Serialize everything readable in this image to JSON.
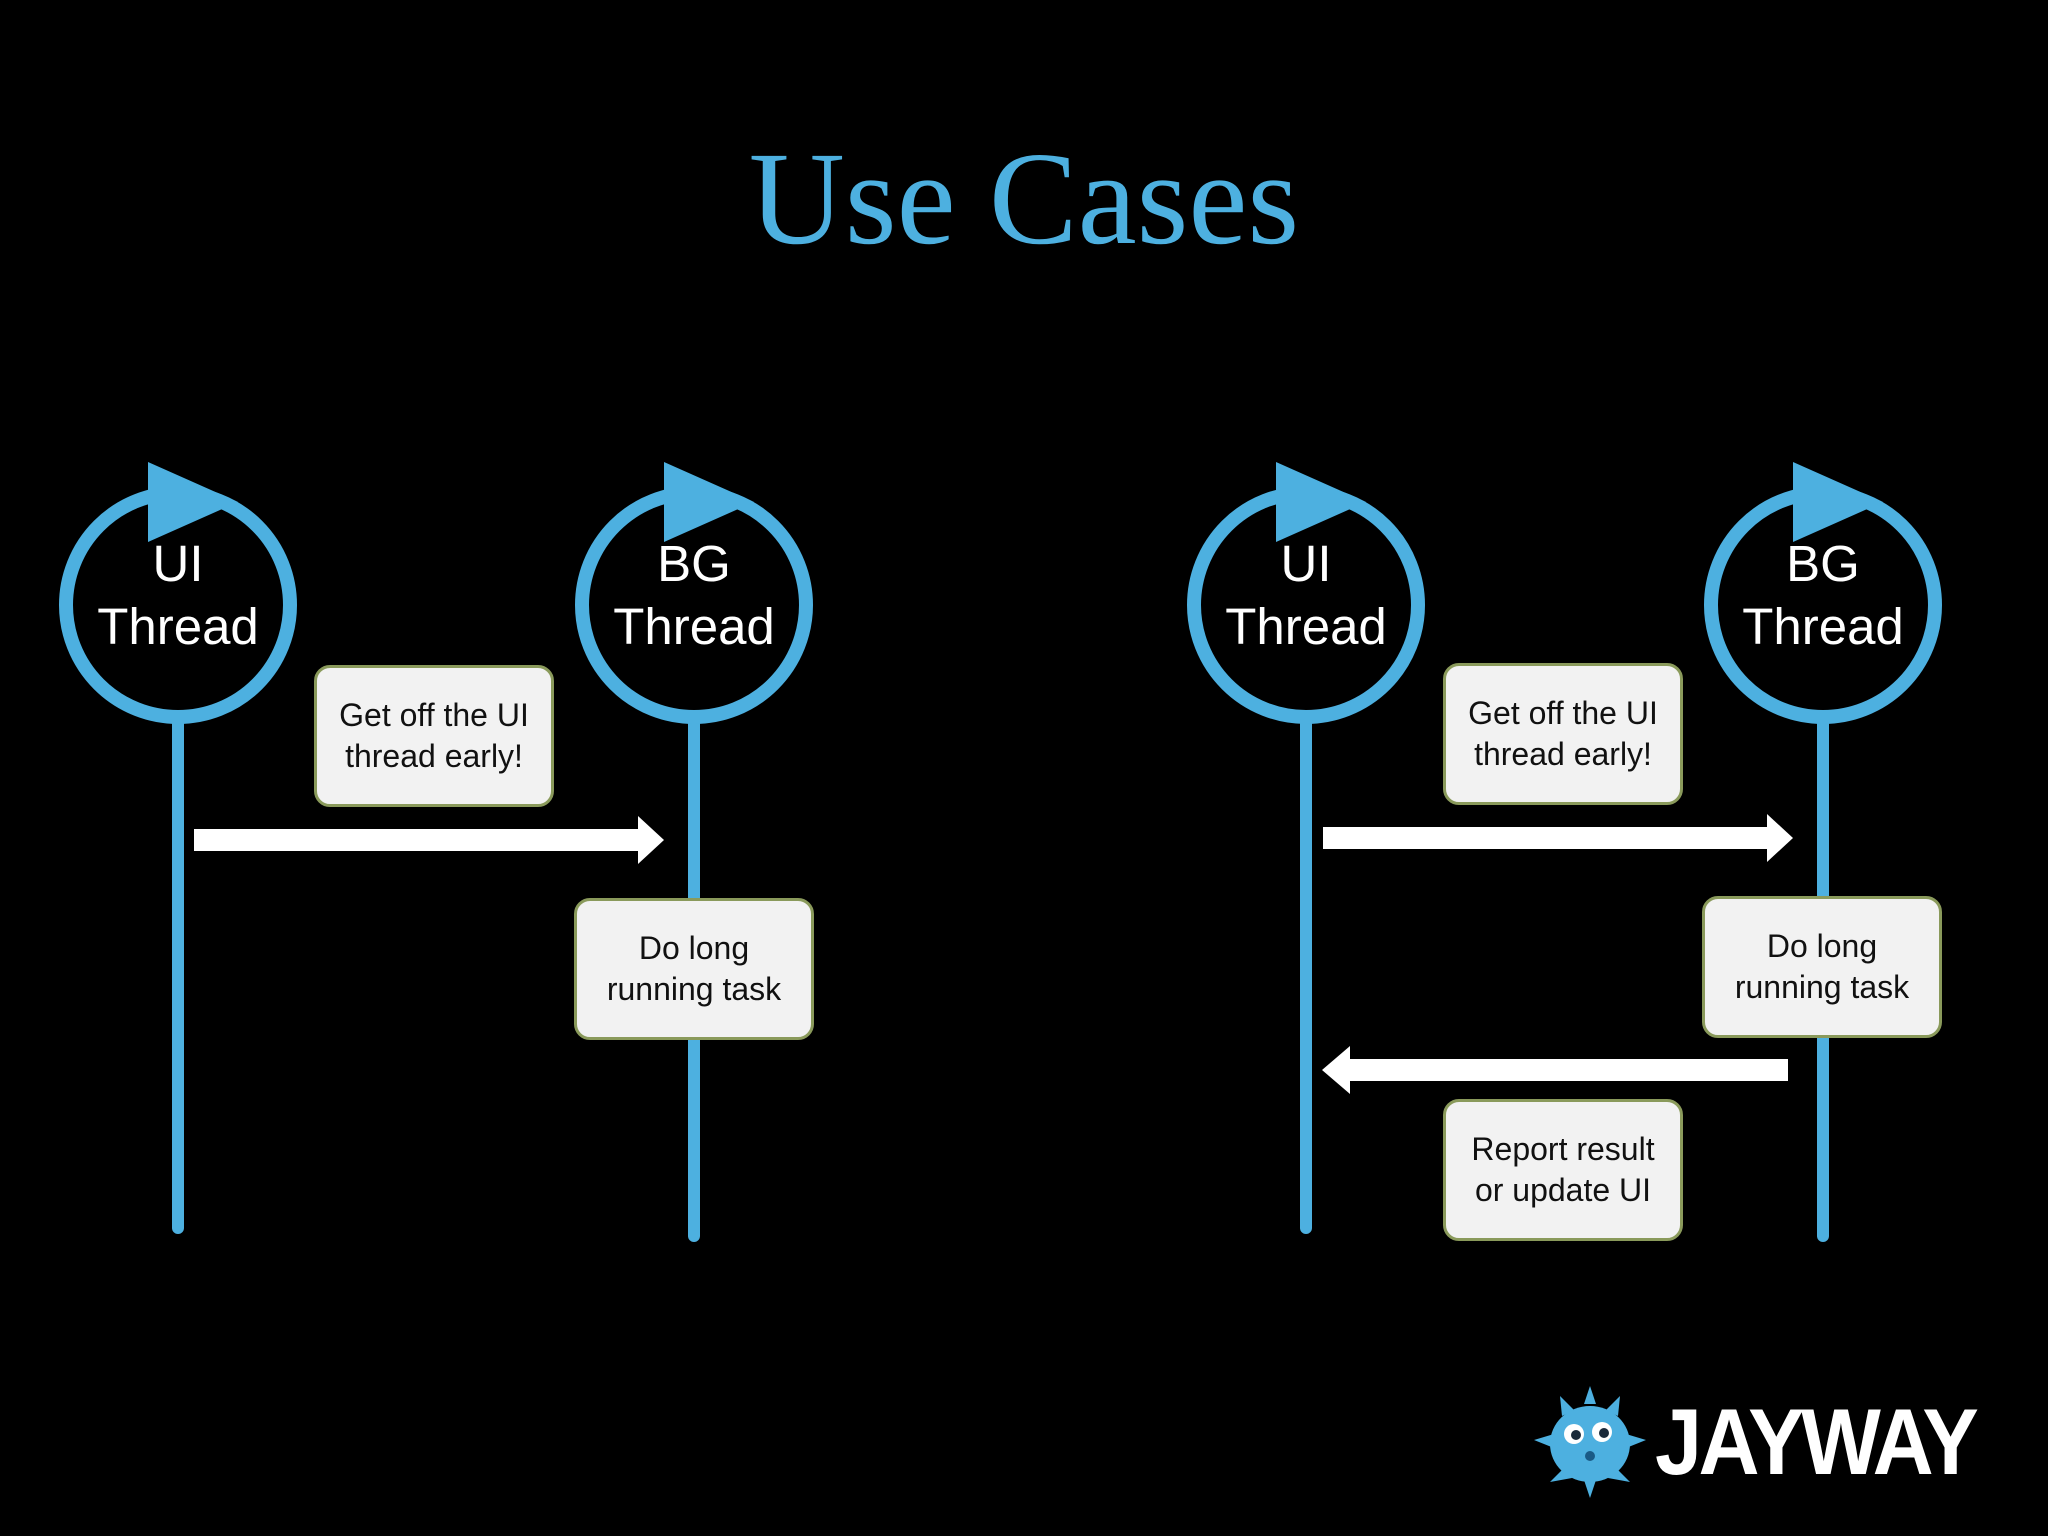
{
  "slide": {
    "title": "Use Cases",
    "accent_color": "#4db0e0",
    "box_fill": "#f2f2f2",
    "box_border": "#8a9a5b"
  },
  "left_diagram": {
    "ui_thread": {
      "line1": "UI",
      "line2": "Thread"
    },
    "bg_thread": {
      "line1": "BG",
      "line2": "Thread"
    },
    "note_get_off": "Get off the UI thread early!",
    "note_long_task": "Do long running task"
  },
  "right_diagram": {
    "ui_thread": {
      "line1": "UI",
      "line2": "Thread"
    },
    "bg_thread": {
      "line1": "BG",
      "line2": "Thread"
    },
    "note_get_off": "Get off the UI thread early!",
    "note_long_task": "Do long running task",
    "note_report": "Report result or update UI"
  },
  "logo": {
    "text": "JAYWAY",
    "icon": "pufferfish-icon"
  }
}
